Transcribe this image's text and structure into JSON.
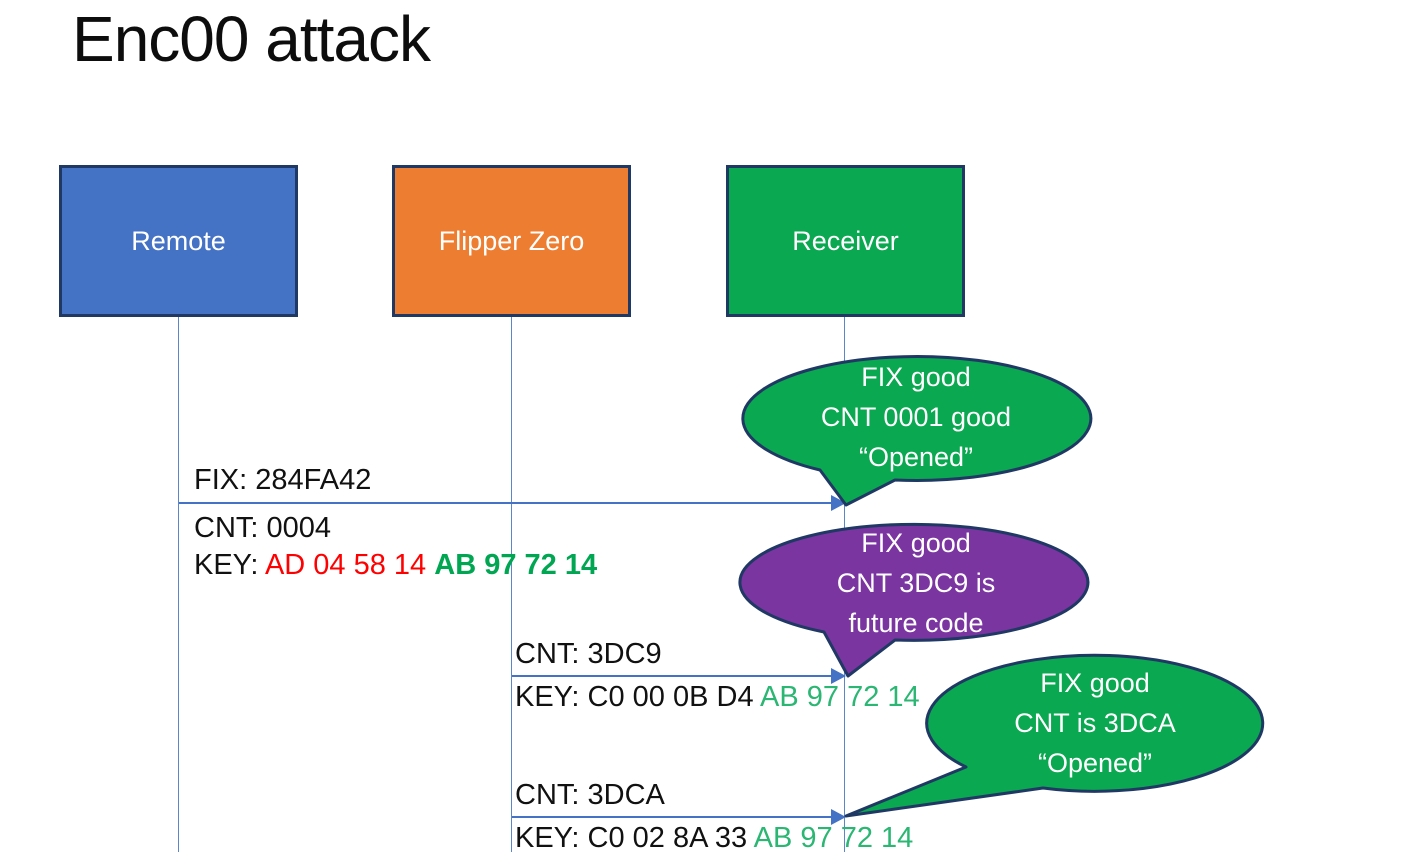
{
  "title": "Enc00 attack",
  "colors": {
    "remote_fill": "#4472C4",
    "flipper_fill": "#ED7D31",
    "receiver_fill": "#0AA850",
    "purple_fill": "#7A35A0",
    "shape_border": "#1F3864",
    "arrow_blue": "#4472C4",
    "key_red": "#FF0000",
    "key_green_bold": "#00A651",
    "key_green": "#2BB673",
    "text_black": "#111111",
    "bubble_text": "#FFFFFF"
  },
  "actors": [
    {
      "label": "Remote"
    },
    {
      "label": "Flipper Zero"
    },
    {
      "label": "Receiver"
    }
  ],
  "messages": {
    "m1": {
      "fix": "FIX: 284FA42",
      "cnt": "CNT: 0004",
      "key_label": "KEY: ",
      "key_red": "AD 04 58 14 ",
      "key_green": "AB 97 72 14"
    },
    "m2": {
      "cnt": "CNT: 3DC9",
      "key_label": "KEY: ",
      "key_black": "C0 00 0B D4 ",
      "key_green": "AB 97 72 14"
    },
    "m3": {
      "cnt": "CNT: 3DCA",
      "key_label": "KEY: ",
      "key_black": "C0 02 8A 33 ",
      "key_green": "AB 97 72 14"
    }
  },
  "bubbles": [
    {
      "lines": [
        "FIX good",
        "CNT 0001 good",
        "“Opened”"
      ]
    },
    {
      "lines": [
        "FIX good",
        "CNT 3DC9 is",
        "future code"
      ]
    },
    {
      "lines": [
        "FIX good",
        "CNT is 3DCA",
        "“Opened”"
      ]
    }
  ]
}
